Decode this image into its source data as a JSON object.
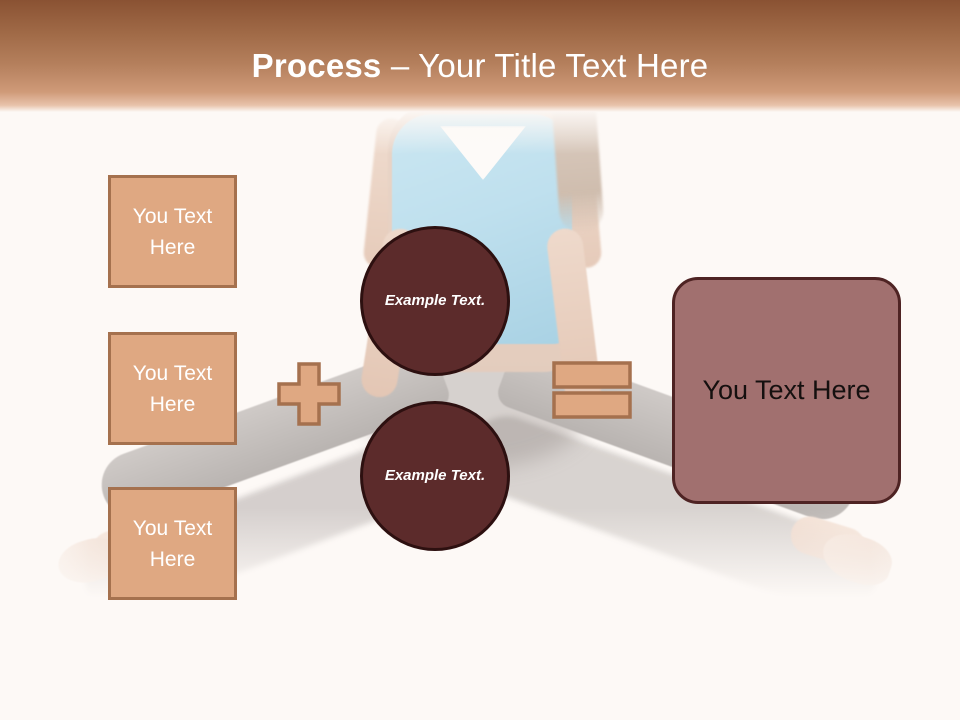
{
  "slide": {
    "background_color": "#fdf9f6",
    "photo_description": "woman in light blue tank top performing a seated straddle stretch"
  },
  "header": {
    "title_bold": "Process",
    "title_rest": " – Your Title Text Here",
    "gradient_top": "#8a5233",
    "gradient_bottom": "#e8c3ab",
    "text_color": "#ffffff"
  },
  "diagram": {
    "input_boxes": [
      {
        "text": "You Text Here"
      },
      {
        "text": "You Text Here"
      },
      {
        "text": "You Text Here"
      }
    ],
    "plus_operator": {
      "symbol": "+",
      "fill": "#dfa882",
      "stroke": "#a5714e"
    },
    "circles": [
      {
        "text": "Example Text."
      },
      {
        "text": "Example Text."
      }
    ],
    "equals_operator": {
      "symbol": "=",
      "fill": "#dfa882",
      "stroke": "#a5714e"
    },
    "result_box": {
      "text": "You Text Here",
      "fill": "#a1706f",
      "stroke": "#4e2323",
      "text_color": "#15100f"
    },
    "box_fill": "#dfa882",
    "box_stroke": "#a5714e",
    "circle_fill": "#5c2b2b",
    "circle_stroke": "#2d1010"
  }
}
